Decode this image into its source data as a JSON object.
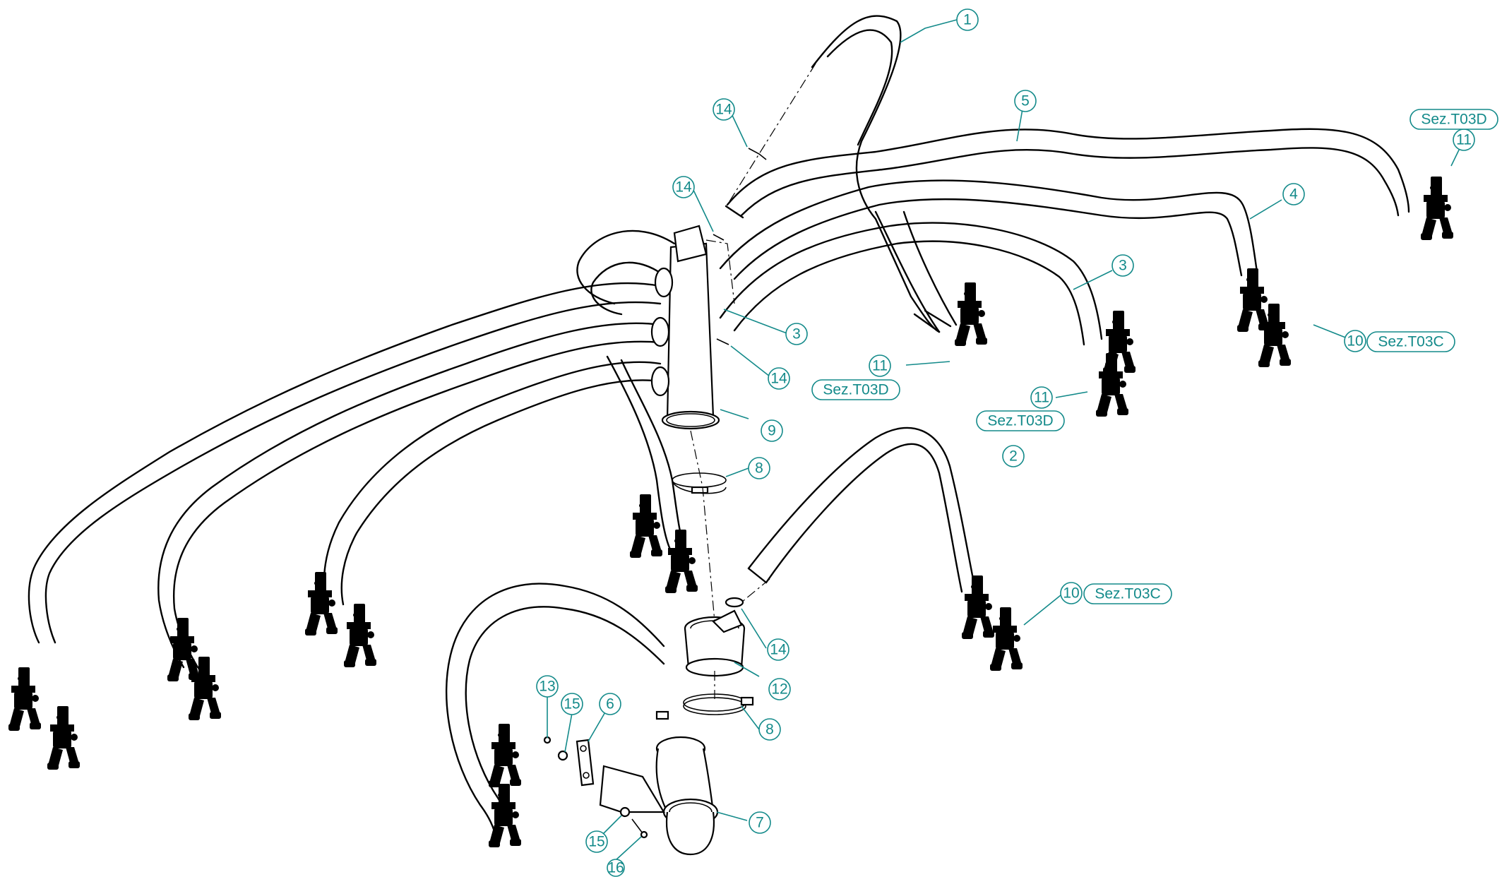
{
  "diagram": {
    "colors": {
      "line": "#000000",
      "callout": "#138a8a",
      "background": "#ffffff"
    },
    "callouts": {
      "c1": "1",
      "c2": "2",
      "c3a": "3",
      "c3b": "3",
      "c4": "4",
      "c5": "5",
      "c6": "6",
      "c7": "7",
      "c8a": "8",
      "c8b": "8",
      "c9": "9",
      "c10a": "10",
      "c10b": "10",
      "c11a": "11",
      "c11b": "11",
      "c11c": "11",
      "c12": "12",
      "c13": "13",
      "c14a": "14",
      "c14b": "14",
      "c14c": "14",
      "c14d": "14",
      "c15a": "15",
      "c15b": "15",
      "c16": "16"
    },
    "section_refs": {
      "r1": "Sez.T03D",
      "r2": "Sez.T03C",
      "r3": "Sez.T03D",
      "r4": "Sez.T03D",
      "r5": "Sez.T03C"
    }
  }
}
